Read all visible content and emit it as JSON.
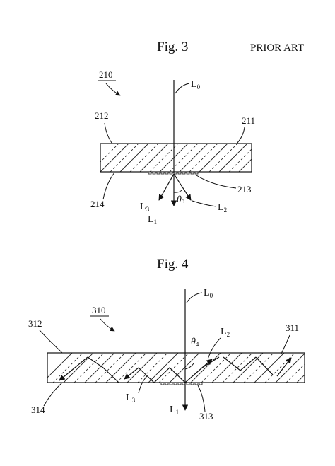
{
  "fig3": {
    "title": "Fig. 3",
    "prior_art": "PRIOR ART",
    "ref_main": "210",
    "ref_plate_left": "212",
    "ref_plate_right": "211",
    "ref_bottom_left": "214",
    "ref_grating": "213",
    "beam_in": "L",
    "beam_in_sub": "0",
    "beam_1": "L",
    "beam_1_sub": "1",
    "beam_2": "L",
    "beam_2_sub": "2",
    "beam_3": "L",
    "beam_3_sub": "3",
    "angle": "θ",
    "angle_sub": "3"
  },
  "fig4": {
    "title": "Fig. 4",
    "ref_main": "310",
    "ref_plate_left": "312",
    "ref_plate_right": "311",
    "ref_bottom_left": "314",
    "ref_grating": "313",
    "beam_in": "L",
    "beam_in_sub": "0",
    "beam_1": "L",
    "beam_1_sub": "1",
    "beam_2": "L",
    "beam_2_sub": "2",
    "beam_3": "L",
    "beam_3_sub": "3",
    "angle": "θ",
    "angle_sub": "4"
  }
}
